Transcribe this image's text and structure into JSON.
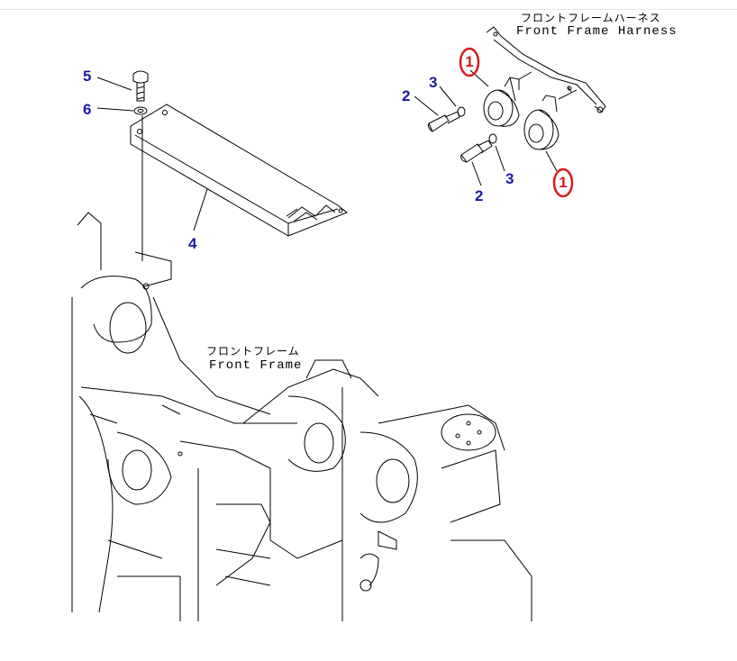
{
  "labels": {
    "harness_jp": "フロントフレームハーネス",
    "harness_en": "Front Frame Harness",
    "frame_jp": "フロントフレーム",
    "frame_en": "Front Frame"
  },
  "callouts": {
    "c5": "5",
    "c6": "6",
    "c4": "4",
    "c2a": "2",
    "c3a": "3",
    "c2b": "2",
    "c3b": "3",
    "c1a": "1",
    "c1b": "1"
  },
  "colors": {
    "callout_blue": "#1a1aa8",
    "callout_red": "#d81b1b",
    "line": "#000000"
  }
}
